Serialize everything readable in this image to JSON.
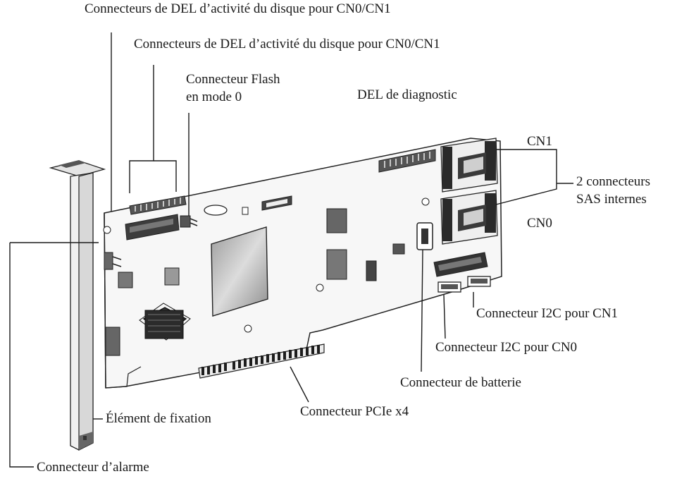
{
  "labels": {
    "led_cn_top": "Connecteurs de DEL d’activité du disque pour CN0/CN1",
    "led_cn_second": "Connecteurs de DEL d’activité du disque pour CN0/CN1",
    "flash_line1": "Connecteur Flash",
    "flash_line2": "en mode 0",
    "diag_led": "DEL de diagnostic",
    "cn1": "CN1",
    "cn0": "CN0",
    "sas_line1": "2 connecteurs",
    "sas_line2": "SAS internes",
    "i2c_cn1": "Connecteur I2C pour CN1",
    "i2c_cn0": "Connecteur I2C pour CN0",
    "battery": "Connecteur de batterie",
    "pcie": "Connecteur PCIe x4",
    "bracket": "Élément de fixation",
    "alarm": "Connecteur d’alarme"
  }
}
